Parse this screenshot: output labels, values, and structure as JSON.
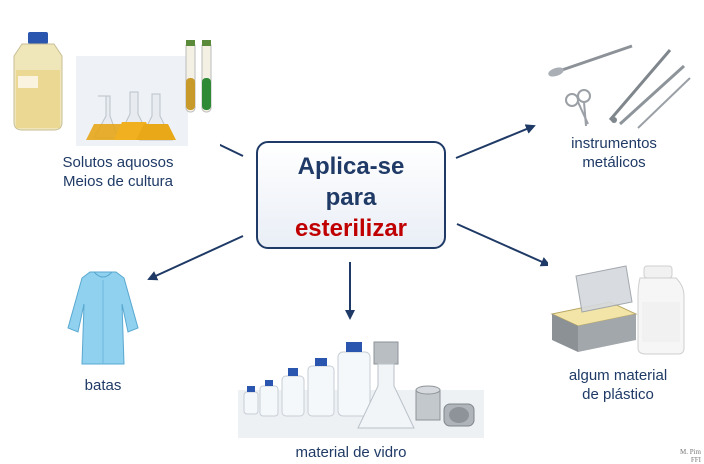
{
  "center": {
    "line1": "Aplica-se",
    "line2": "para",
    "line3": "esterilizar"
  },
  "labels": {
    "solutos_line1": "Solutos aquosos",
    "solutos_line2": "Meios de cultura",
    "instrumentos_line1": "instrumentos",
    "instrumentos_line2": "metálicos",
    "batas": "batas",
    "vidro": "material de vidro",
    "plastico_line1": "algum material",
    "plastico_line2": "de plástico"
  },
  "credit": {
    "line1": "M. Pim",
    "line2": "FFI"
  },
  "colors": {
    "primary": "#1f3a66",
    "accent": "#c00000"
  }
}
